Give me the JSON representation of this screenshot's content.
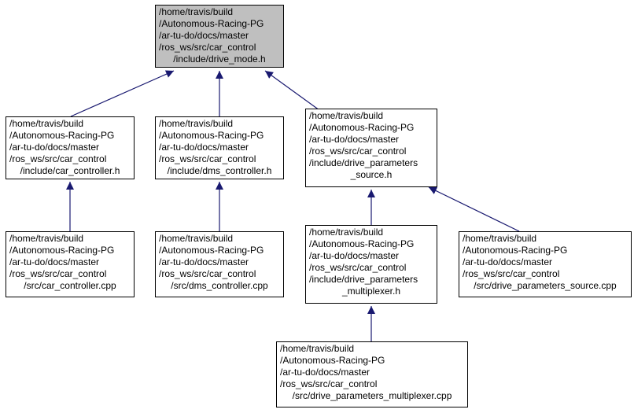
{
  "colors": {
    "edge": "#191970",
    "root_fill": "#bfbfbf",
    "node_fill": "#ffffff",
    "border": "#000000"
  },
  "nodes": {
    "drive_mode_h": {
      "lines": [
        "/home/travis/build",
        "/Autonomous-Racing-PG",
        "/ar-tu-do/docs/master",
        "/ros_ws/src/car_control",
        "/include/drive_mode.h"
      ]
    },
    "car_controller_h": {
      "lines": [
        "/home/travis/build",
        "/Autonomous-Racing-PG",
        "/ar-tu-do/docs/master",
        "/ros_ws/src/car_control",
        "/include/car_controller.h"
      ]
    },
    "dms_controller_h": {
      "lines": [
        "/home/travis/build",
        "/Autonomous-Racing-PG",
        "/ar-tu-do/docs/master",
        "/ros_ws/src/car_control",
        "/include/dms_controller.h"
      ]
    },
    "drive_parameters_source_h": {
      "lines": [
        "/home/travis/build",
        "/Autonomous-Racing-PG",
        "/ar-tu-do/docs/master",
        "/ros_ws/src/car_control",
        "/include/drive_parameters",
        "_source.h"
      ]
    },
    "car_controller_cpp": {
      "lines": [
        "/home/travis/build",
        "/Autonomous-Racing-PG",
        "/ar-tu-do/docs/master",
        "/ros_ws/src/car_control",
        "/src/car_controller.cpp"
      ]
    },
    "dms_controller_cpp": {
      "lines": [
        "/home/travis/build",
        "/Autonomous-Racing-PG",
        "/ar-tu-do/docs/master",
        "/ros_ws/src/car_control",
        "/src/dms_controller.cpp"
      ]
    },
    "drive_parameters_multiplexer_h": {
      "lines": [
        "/home/travis/build",
        "/Autonomous-Racing-PG",
        "/ar-tu-do/docs/master",
        "/ros_ws/src/car_control",
        "/include/drive_parameters",
        "_multiplexer.h"
      ]
    },
    "drive_parameters_source_cpp": {
      "lines": [
        "/home/travis/build",
        "/Autonomous-Racing-PG",
        "/ar-tu-do/docs/master",
        "/ros_ws/src/car_control",
        "/src/drive_parameters_source.cpp"
      ]
    },
    "drive_parameters_multiplexer_cpp": {
      "lines": [
        "/home/travis/build",
        "/Autonomous-Racing-PG",
        "/ar-tu-do/docs/master",
        "/ros_ws/src/car_control",
        "/src/drive_parameters_multiplexer.cpp"
      ]
    }
  },
  "edges": [
    {
      "from": "car_controller_h",
      "to": "drive_mode_h"
    },
    {
      "from": "dms_controller_h",
      "to": "drive_mode_h"
    },
    {
      "from": "drive_parameters_source_h",
      "to": "drive_mode_h"
    },
    {
      "from": "car_controller_cpp",
      "to": "car_controller_h"
    },
    {
      "from": "dms_controller_cpp",
      "to": "dms_controller_h"
    },
    {
      "from": "drive_parameters_multiplexer_h",
      "to": "drive_parameters_source_h"
    },
    {
      "from": "drive_parameters_source_cpp",
      "to": "drive_parameters_source_h"
    },
    {
      "from": "drive_parameters_multiplexer_cpp",
      "to": "drive_parameters_multiplexer_h"
    }
  ]
}
